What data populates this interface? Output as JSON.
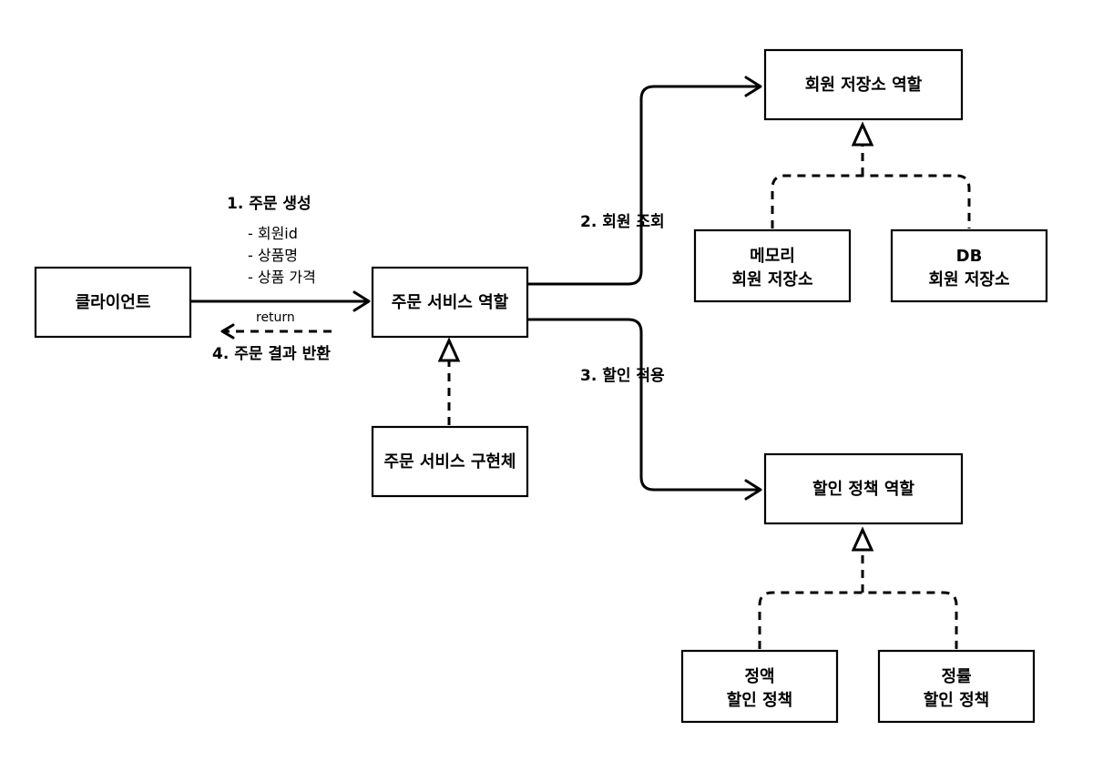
{
  "nodes": {
    "client": "클라이언트",
    "order_service_role": "주문 서비스 역할",
    "order_service_impl": "주문 서비스 구현체",
    "member_repo_role": "회원 저장소 역할",
    "memory_repo": [
      "메모리",
      "회원 저장소"
    ],
    "db_repo": [
      "DB",
      "회원 저장소"
    ],
    "discount_policy_role": "할인 정책 역할",
    "fixed_discount": [
      "정액",
      "할인 정책"
    ],
    "rate_discount": [
      "정률",
      "할인 정책"
    ]
  },
  "edges": {
    "create_order": {
      "title": "1. 주문 생성",
      "params": [
        "- 회원id",
        "- 상품명",
        "- 상품 가격"
      ]
    },
    "return_small": "return",
    "return_result": "4. 주문 결과 반환",
    "lookup_member": "2. 회원 조회",
    "apply_discount": "3. 할인 적용"
  }
}
